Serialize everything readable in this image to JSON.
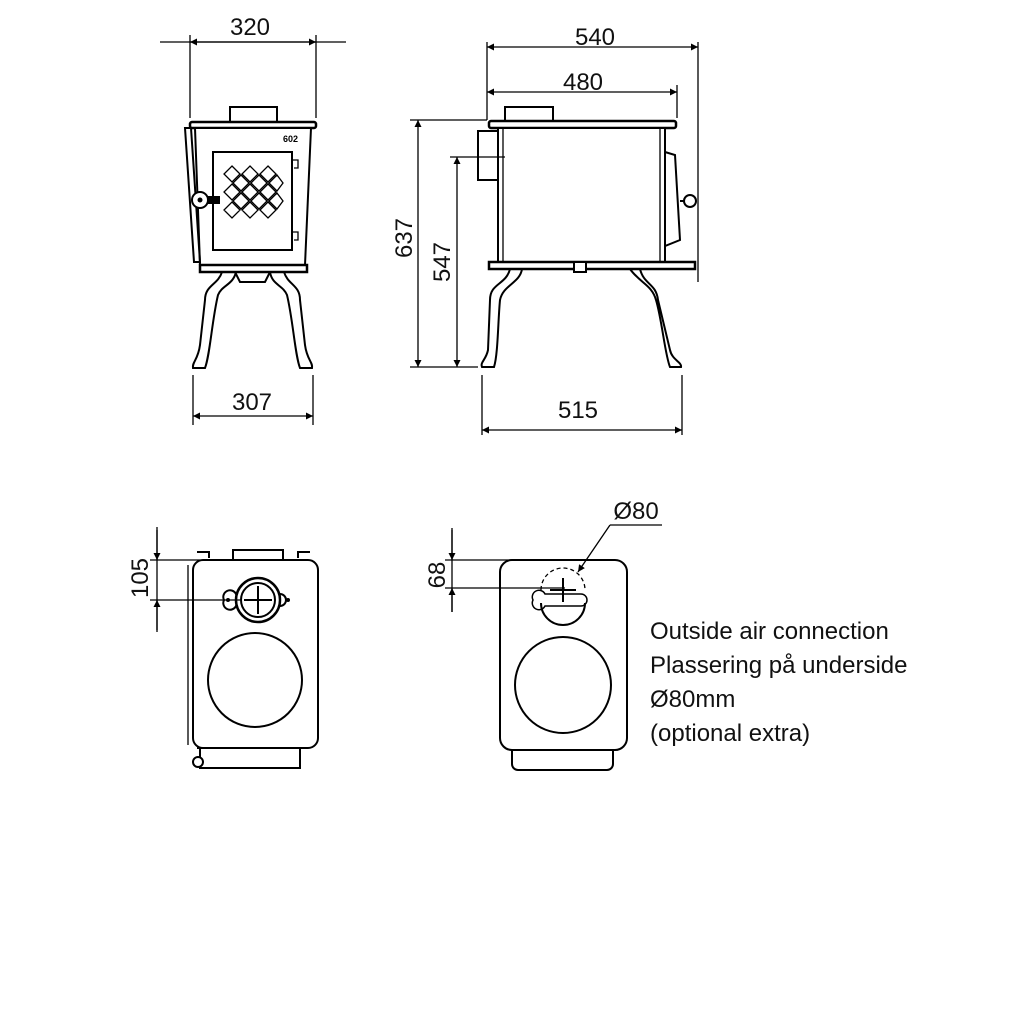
{
  "front_view": {
    "width_top": "320",
    "width_legs": "307",
    "model_badge": "602"
  },
  "side_view": {
    "depth_overall": "540",
    "depth_body": "480",
    "height_total": "637",
    "height_flue": "547",
    "depth_legs": "515"
  },
  "bottom_view_left": {
    "flue_offset": "105"
  },
  "bottom_view_right": {
    "air_offset": "68",
    "air_diameter": "Ø80"
  },
  "note": {
    "lines": [
      "Outside air connection",
      "Plassering på underside",
      "Ø80mm",
      "(optional extra)"
    ]
  }
}
